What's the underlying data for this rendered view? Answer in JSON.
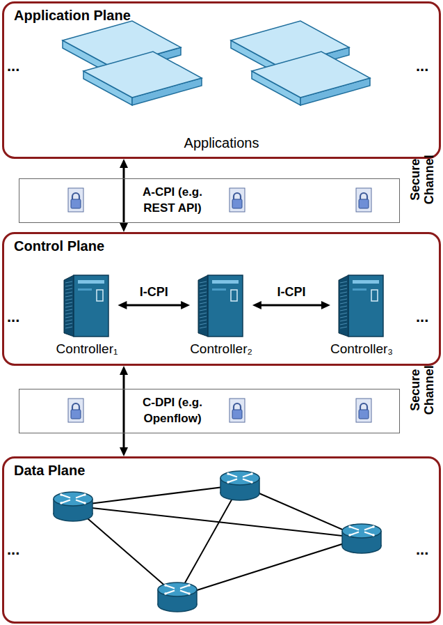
{
  "diagram": {
    "nodes": [
      {
        "text": [
          "Application Plane",
          "Applications"
        ]
      },
      {
        "text": [
          "A-CPI (e.g. REST API)"
        ]
      },
      {
        "text": [
          "Control Plane"
        ]
      },
      {
        "text": [
          "Controller₁"
        ],
        "in": 2
      },
      {
        "text": [
          "Controller₂"
        ],
        "in": 2
      },
      {
        "text": [
          "Controller₃"
        ],
        "in": 2
      },
      {
        "text": [
          "C-DPI (e.g. Openflow)"
        ]
      },
      {
        "text": [
          "Data Plane"
        ]
      }
    ],
    "edges": [
      {
        "from": 0,
        "to": 2,
        "arrow": "both"
      },
      {
        "from": 3,
        "to": 4,
        "label": "I-CPI",
        "arrow": "both"
      },
      {
        "from": 4,
        "to": 5,
        "label": "I-CPI",
        "arrow": "both"
      },
      {
        "from": 2,
        "to": 7,
        "arrow": "both"
      }
    ],
    "labels": [
      "...",
      "...",
      "Secure Channel",
      "...",
      "...",
      "Secure Channel",
      "...",
      "..."
    ]
  }
}
